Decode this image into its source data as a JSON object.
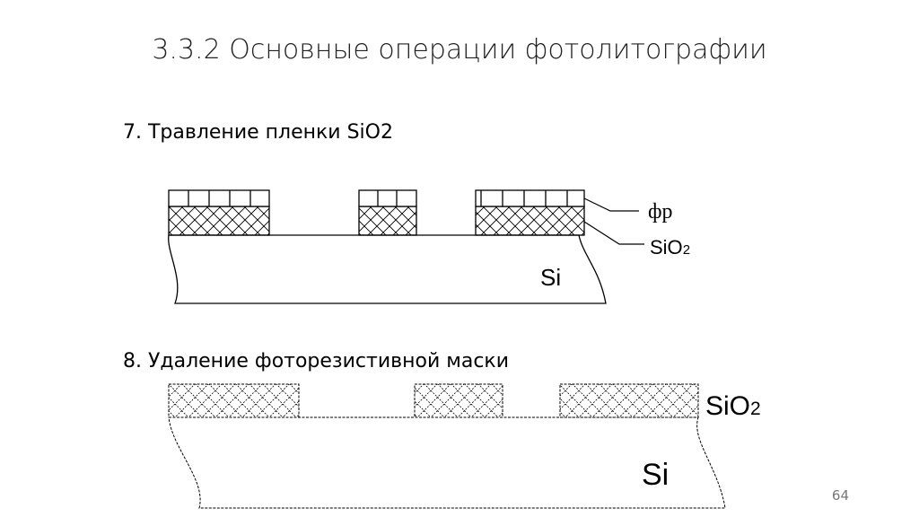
{
  "slide": {
    "title": "3.3.2 Основные операции фотолитографии",
    "page_number": "64"
  },
  "steps": [
    {
      "label": "7. Травление пленки SiO2"
    },
    {
      "label": "8. Удаление фоторезистивной маски"
    }
  ],
  "diagram1": {
    "label_resist": "фр",
    "label_oxide": "SiO",
    "label_oxide_sub": "2",
    "label_substrate": "Si"
  },
  "diagram2": {
    "label_oxide": "SiO",
    "label_oxide_sub": "2",
    "label_substrate": "Si"
  }
}
